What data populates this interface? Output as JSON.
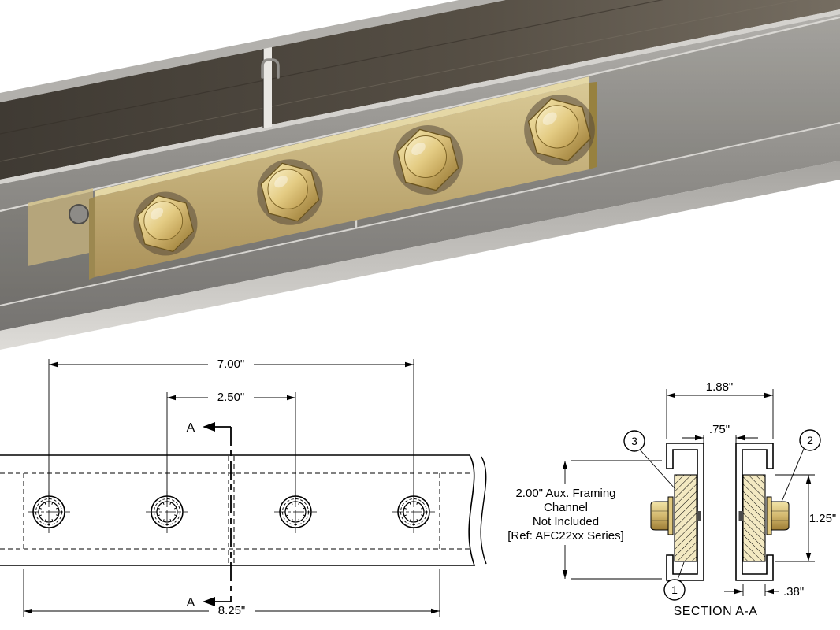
{
  "colors": {
    "brass_bolt": "#d9bf7a",
    "splice_bar_tan": "#cdbc8a",
    "channel_top_gray": "#4a443b",
    "channel_face_gray": "#908e8a",
    "hatch_fill": "#f3e9c2",
    "line_color": "#000000"
  },
  "plan_view": {
    "dim_bolt_span": "7.00\"",
    "dim_bolt_inner": "2.50\"",
    "dim_overall": "8.25\"",
    "section_arrow_top": "A",
    "section_arrow_bottom": "A"
  },
  "section_view": {
    "dim_overall_width": "1.88\"",
    "dim_gap": ".75\"",
    "dim_bar_height": "1.25\"",
    "dim_bar_thickness": ".38\"",
    "balloon_item_1": "1",
    "balloon_item_2": "2",
    "balloon_item_3": "3",
    "note_line1": "2.00\" Aux. Framing",
    "note_line2": "Channel",
    "note_line3": "Not Included",
    "note_line4": "[Ref: AFC22xx Series]",
    "caption": "SECTION A-A"
  }
}
